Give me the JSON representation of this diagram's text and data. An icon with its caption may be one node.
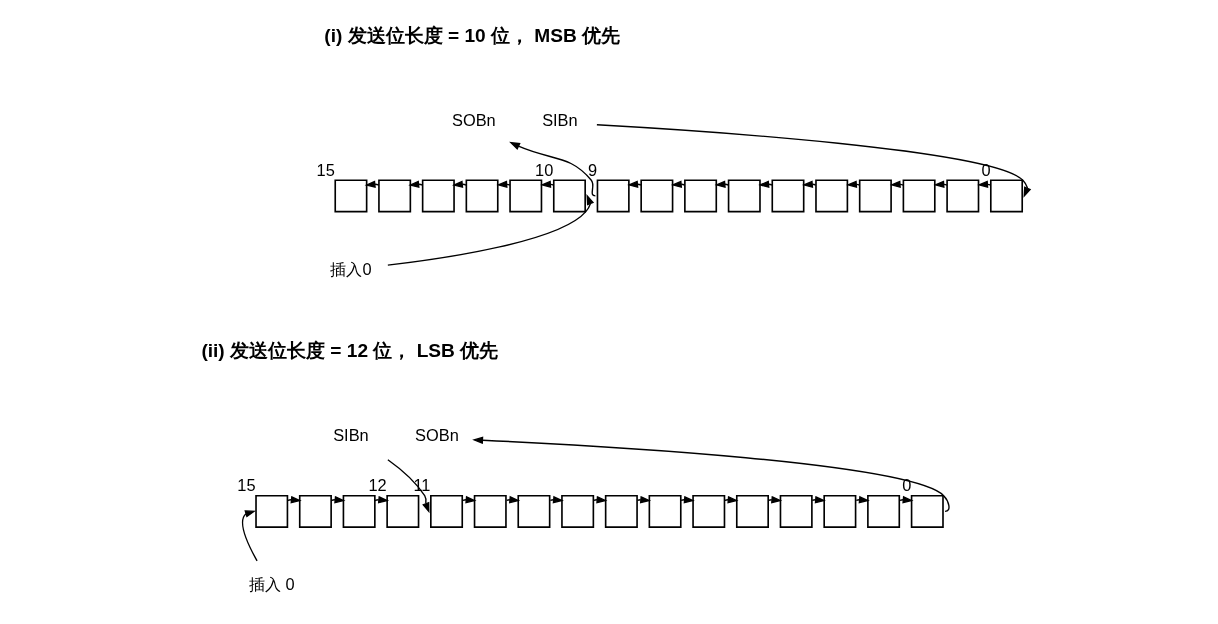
{
  "diagram": {
    "nodes": [
      {
        "text": [
          "SOBn"
        ]
      },
      {
        "text": [
          "SIBn"
        ]
      },
      {
        "text": [],
        "shape": "box",
        "beside": [
          "15"
        ]
      },
      {
        "text": [],
        "shape": "box"
      },
      {
        "text": [],
        "shape": "box"
      },
      {
        "text": [],
        "shape": "box"
      },
      {
        "text": [],
        "shape": "box"
      },
      {
        "text": [],
        "shape": "box",
        "beside": [
          "10"
        ]
      },
      {
        "text": [],
        "shape": "box",
        "beside": [
          "9"
        ]
      },
      {
        "text": [],
        "shape": "box"
      },
      {
        "text": [],
        "shape": "box"
      },
      {
        "text": [],
        "shape": "box"
      },
      {
        "text": [],
        "shape": "box"
      },
      {
        "text": [],
        "shape": "box"
      },
      {
        "text": [],
        "shape": "box"
      },
      {
        "text": [],
        "shape": "box"
      },
      {
        "text": [],
        "shape": "box"
      },
      {
        "text": [],
        "shape": "box",
        "beside": [
          "0"
        ]
      },
      {
        "text": [
          "插入0"
        ]
      },
      {
        "text": [
          "SIBn"
        ]
      },
      {
        "text": [
          "SOBn"
        ]
      },
      {
        "text": [],
        "shape": "box",
        "beside": [
          "15"
        ]
      },
      {
        "text": [],
        "shape": "box"
      },
      {
        "text": [],
        "shape": "box"
      },
      {
        "text": [],
        "shape": "box",
        "beside": [
          "12"
        ]
      },
      {
        "text": [],
        "shape": "box",
        "beside": [
          "11"
        ]
      },
      {
        "text": [],
        "shape": "box"
      },
      {
        "text": [],
        "shape": "box"
      },
      {
        "text": [],
        "shape": "box"
      },
      {
        "text": [],
        "shape": "box"
      },
      {
        "text": [],
        "shape": "box"
      },
      {
        "text": [],
        "shape": "box"
      },
      {
        "text": [],
        "shape": "box"
      },
      {
        "text": [],
        "shape": "box"
      },
      {
        "text": [],
        "shape": "box"
      },
      {
        "text": [],
        "shape": "box"
      },
      {
        "text": [],
        "shape": "box",
        "beside": [
          "0"
        ]
      },
      {
        "text": [
          "插入 0"
        ]
      }
    ],
    "edges": [
      {
        "from": 1,
        "to": 17,
        "arrow": "to"
      },
      {
        "from": 17,
        "to": 16,
        "arrow": "to"
      },
      {
        "from": 16,
        "to": 15,
        "arrow": "to"
      },
      {
        "from": 15,
        "to": 14,
        "arrow": "to"
      },
      {
        "from": 14,
        "to": 13,
        "arrow": "to"
      },
      {
        "from": 13,
        "to": 12,
        "arrow": "to"
      },
      {
        "from": 12,
        "to": 11,
        "arrow": "to"
      },
      {
        "from": 11,
        "to": 10,
        "arrow": "to"
      },
      {
        "from": 10,
        "to": 9,
        "arrow": "to"
      },
      {
        "from": 9,
        "to": 8,
        "arrow": "to"
      },
      {
        "from": 8,
        "to": 0,
        "arrow": "to"
      },
      {
        "from": 18,
        "to": 7,
        "arrow": "to"
      },
      {
        "from": 7,
        "to": 6,
        "arrow": "to"
      },
      {
        "from": 6,
        "to": 5,
        "arrow": "to"
      },
      {
        "from": 5,
        "to": 4,
        "arrow": "to"
      },
      {
        "from": 4,
        "to": 3,
        "arrow": "to"
      },
      {
        "from": 3,
        "to": 2,
        "arrow": "to"
      },
      {
        "from": 19,
        "to": 25,
        "arrow": "to"
      },
      {
        "from": 25,
        "to": 26,
        "arrow": "to"
      },
      {
        "from": 26,
        "to": 27,
        "arrow": "to"
      },
      {
        "from": 27,
        "to": 28,
        "arrow": "to"
      },
      {
        "from": 28,
        "to": 29,
        "arrow": "to"
      },
      {
        "from": 29,
        "to": 30,
        "arrow": "to"
      },
      {
        "from": 30,
        "to": 31,
        "arrow": "to"
      },
      {
        "from": 31,
        "to": 32,
        "arrow": "to"
      },
      {
        "from": 32,
        "to": 33,
        "arrow": "to"
      },
      {
        "from": 33,
        "to": 34,
        "arrow": "to"
      },
      {
        "from": 34,
        "to": 35,
        "arrow": "to"
      },
      {
        "from": 35,
        "to": 36,
        "arrow": "to"
      },
      {
        "from": 36,
        "to": 20,
        "arrow": "to"
      },
      {
        "from": 37,
        "to": 21,
        "arrow": "to"
      },
      {
        "from": 21,
        "to": 22,
        "arrow": "to"
      },
      {
        "from": 22,
        "to": 23,
        "arrow": "to"
      },
      {
        "from": 23,
        "to": 24,
        "arrow": "to"
      }
    ],
    "labels": [
      "(i) 发送位长度 = 10 位， MSB 优先",
      "(ii) 发送位长度 = 12 位， LSB 优先"
    ]
  }
}
